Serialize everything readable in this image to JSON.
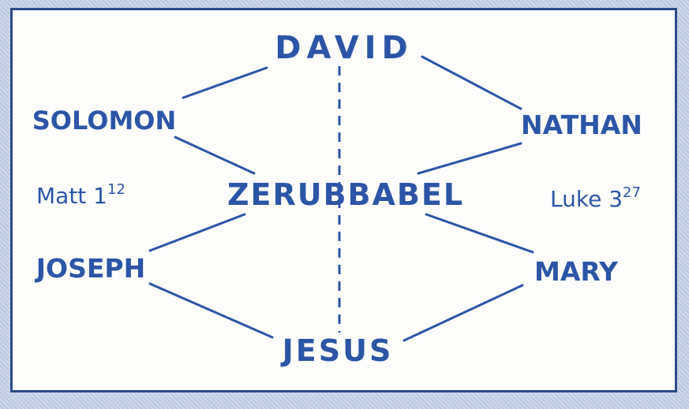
{
  "nodes": {
    "david": "DAVID",
    "solomon": "SOLOMON",
    "nathan": "NATHAN",
    "zerubbabel": "ZERUBBABEL",
    "joseph": "JOSEPH",
    "mary": "MARY",
    "jesus": "JESUS"
  },
  "references": {
    "matthew": {
      "text": "Matt 1",
      "sup": "12"
    },
    "luke": {
      "text": "Luke 3",
      "sup": "27"
    }
  },
  "colors": {
    "ink": "#2d55a5",
    "border": "#2e4a86",
    "panel": "#fdfdfb"
  }
}
